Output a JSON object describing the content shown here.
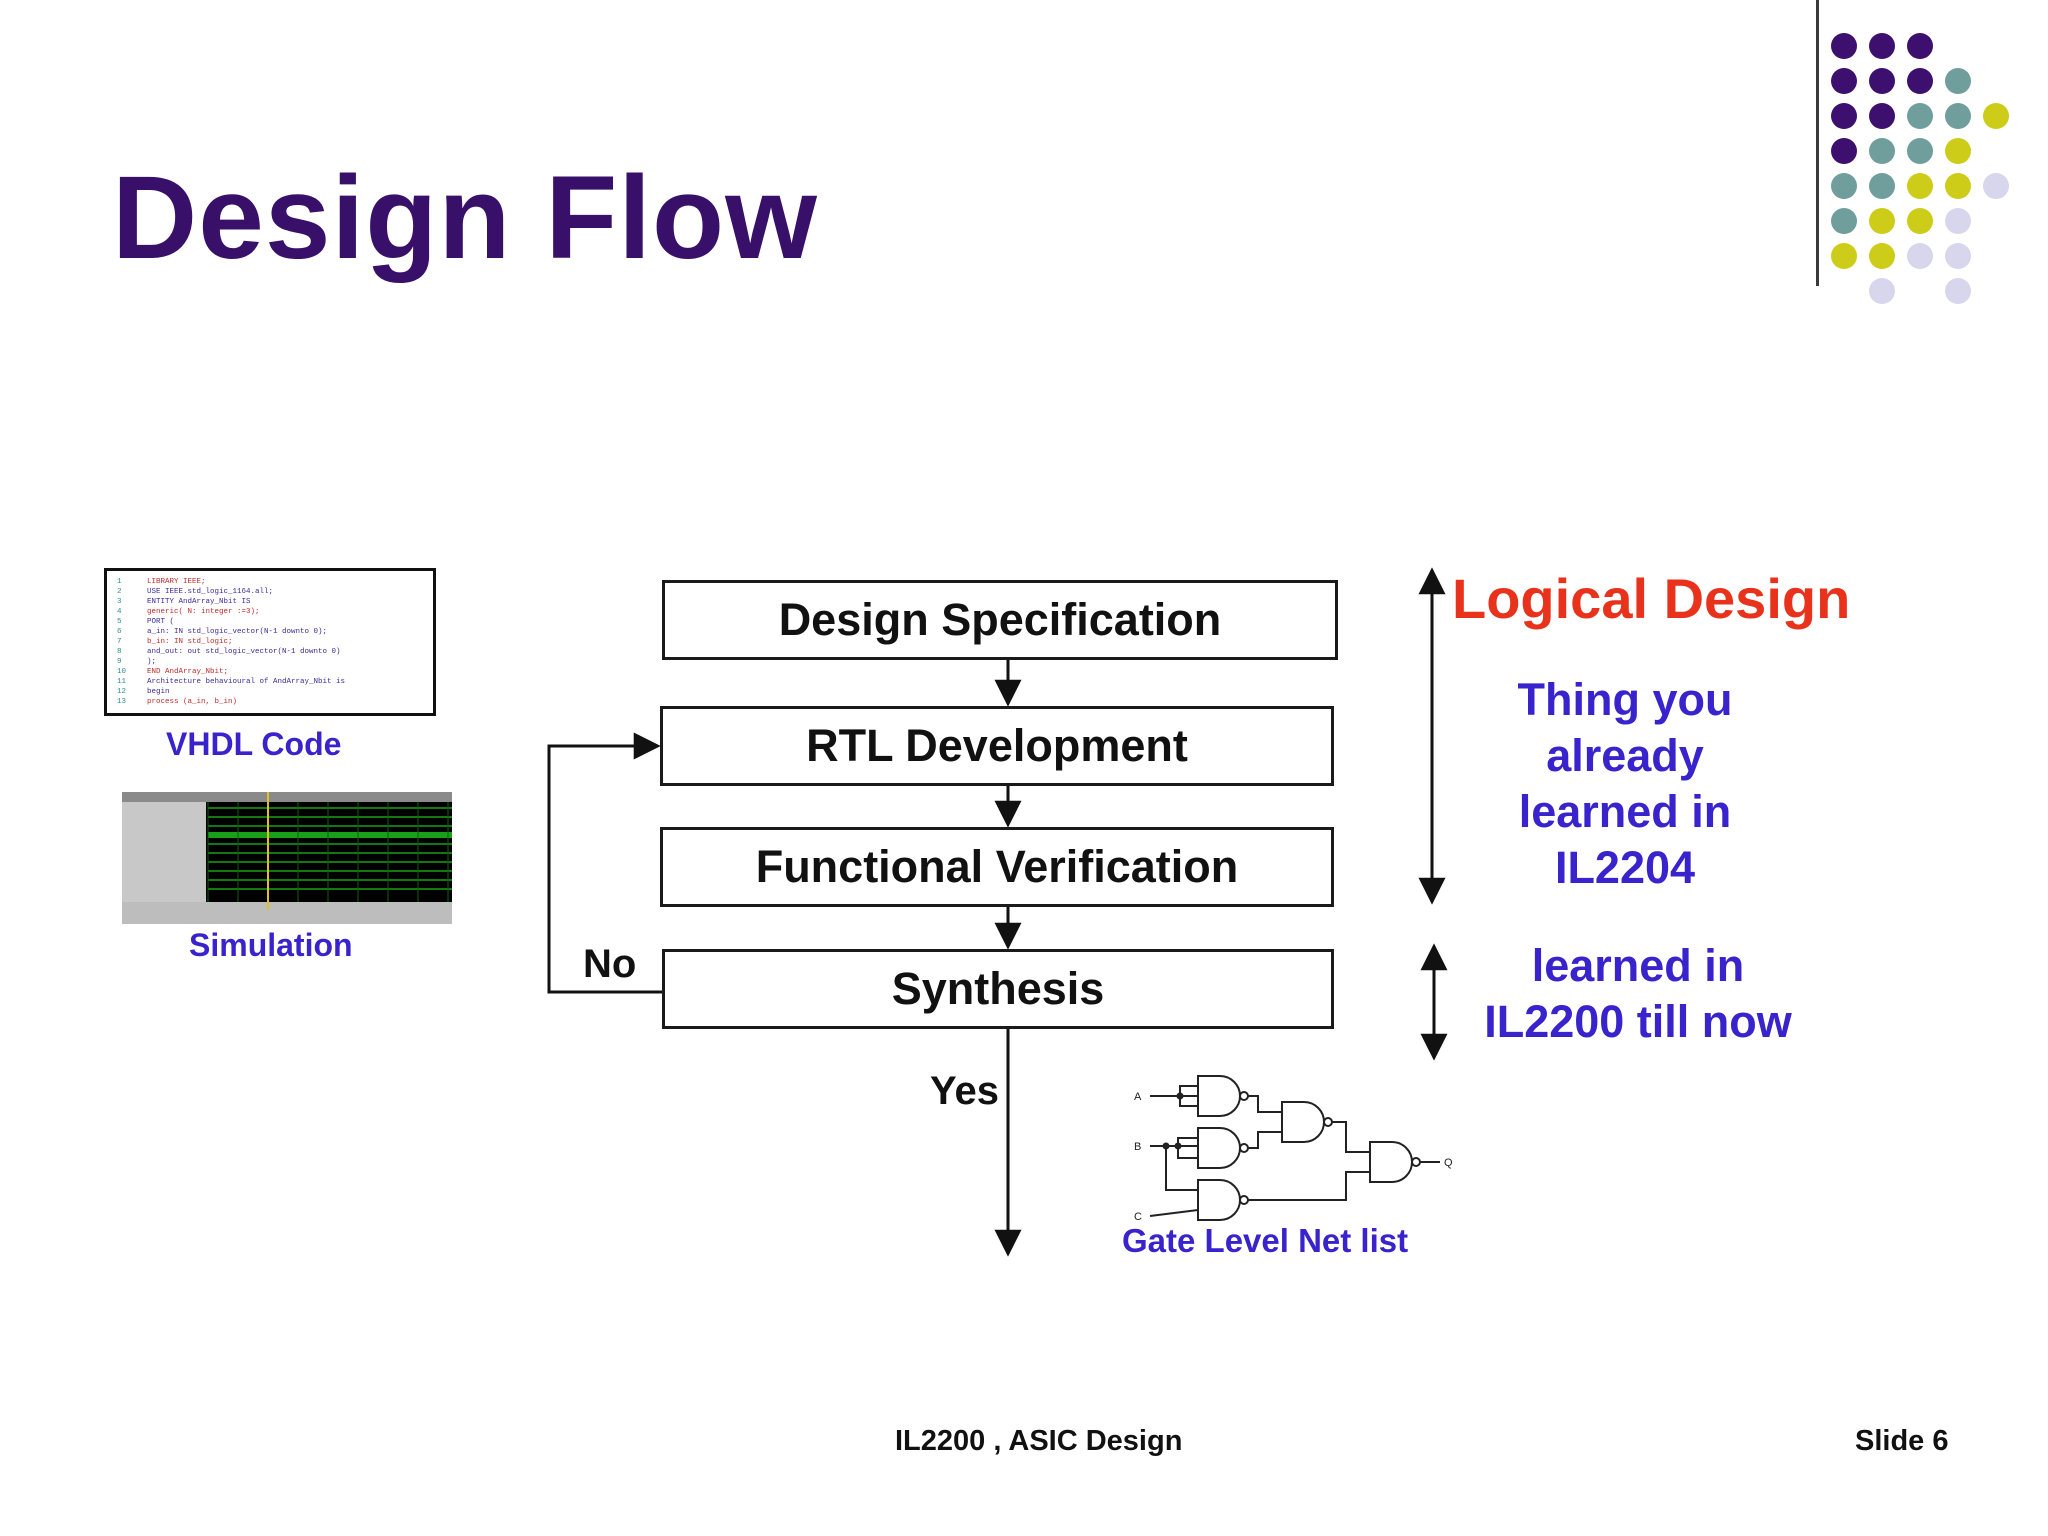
{
  "slide": {
    "title": "Design Flow",
    "footer_course": "IL2200 , ASIC Design",
    "footer_slide": "Slide 6"
  },
  "flow": {
    "steps": [
      "Design Specification",
      "RTL Development",
      "Functional Verification",
      "Synthesis"
    ],
    "decision_no": "No",
    "decision_yes": "Yes"
  },
  "side": {
    "logical_heading": "Logical Design",
    "already_learned": "Thing you already learned in IL2204",
    "now_learned": "learned in IL2200 till now"
  },
  "thumbnails": {
    "vhdl_caption": "VHDL Code",
    "sim_caption": "Simulation",
    "vhdl_lines": [
      "LIBRARY IEEE;",
      "USE IEEE.std_logic_1164.all;",
      "ENTITY AndArray_Nbit IS",
      "generic( N: integer :=3);",
      "PORT (",
      "a_in: IN std_logic_vector(N-1 downto 0);",
      "b_in: IN std_logic;",
      "and_out: out std_logic_vector(N-1 downto 0)",
      ");",
      "END AndArray_Nbit;",
      "Architecture behavioural of AndArray_Nbit is",
      "begin",
      "process (a_in, b_in)"
    ]
  },
  "netlist": {
    "caption": "Gate Level Net list",
    "inputs": [
      "A",
      "B",
      "C"
    ],
    "output": "Q"
  },
  "colors": {
    "title": "#38106a",
    "accent_red": "#e8321c",
    "text_blue": "#3823cc",
    "dot_purple": "#3d0f6e",
    "dot_teal": "#6f9e9c",
    "dot_yellow": "#cccc19",
    "dot_lavender": "#d8d6ec"
  }
}
